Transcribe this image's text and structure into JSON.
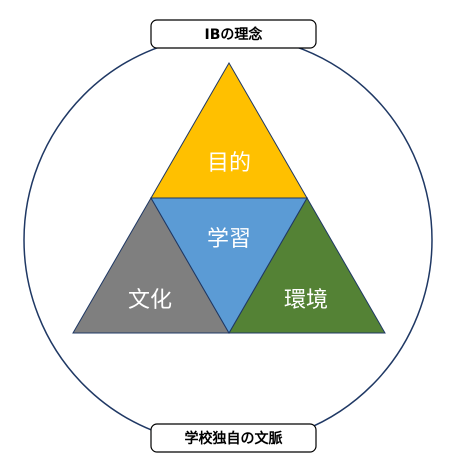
{
  "diagram": {
    "top_label": "IBの理念",
    "bottom_label": "学校独自の文脈",
    "triangles": {
      "top": {
        "label": "目的",
        "color": "#FFC000"
      },
      "center": {
        "label": "学習",
        "color": "#5B9BD5"
      },
      "left": {
        "label": "文化",
        "color": "#7F7F7F"
      },
      "right": {
        "label": "環境",
        "color": "#548235"
      }
    },
    "outline_color": "#1F3864"
  }
}
